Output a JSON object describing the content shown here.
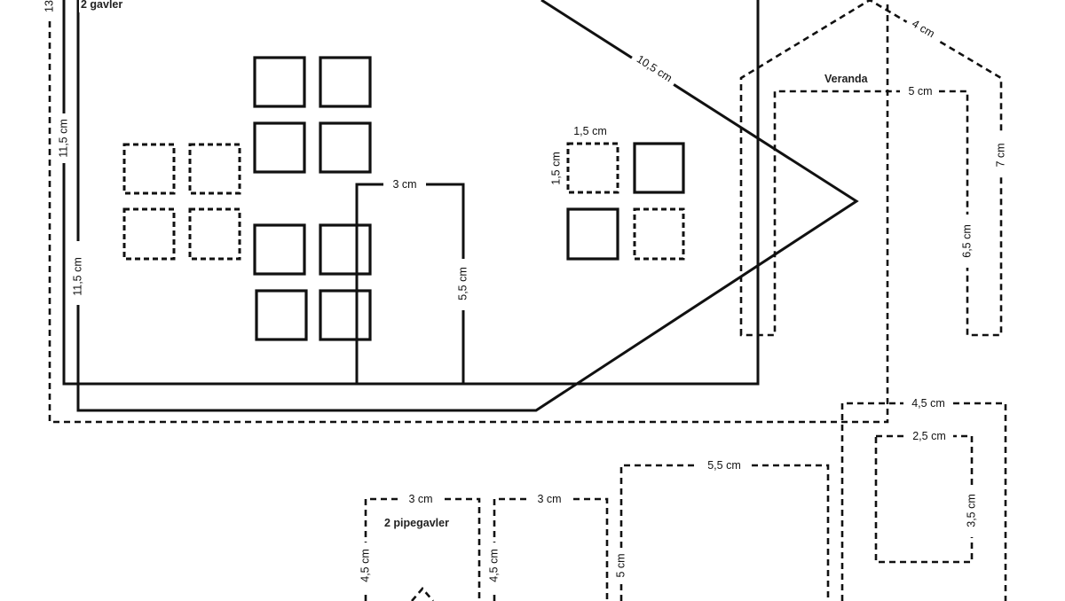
{
  "labels": {
    "gavler": "2 gavler",
    "veranda": "Veranda",
    "pipegavler": "2 pipegavler"
  },
  "dims": {
    "d13": "13",
    "left_upper": "11,5 cm",
    "left_lower": "11,5 cm",
    "roof": "10,5 cm",
    "door_w": "3 cm",
    "door_h": "5,5 cm",
    "win_w": "1,5 cm",
    "win_h": "1,5 cm",
    "ver_top": "4 cm",
    "ver_w": "5 cm",
    "ver_right": "7 cm",
    "ver_inner": "6,5 cm",
    "box45_w": "4,5 cm",
    "box25_w": "2,5 cm",
    "box35_h": "3,5 cm",
    "box55_w": "5,5 cm",
    "box5_h": "5 cm",
    "pipe1_w": "3 cm",
    "pipe2_w": "3 cm",
    "pipe1_h": "4,5 cm",
    "pipe2_h": "4,5 cm"
  }
}
